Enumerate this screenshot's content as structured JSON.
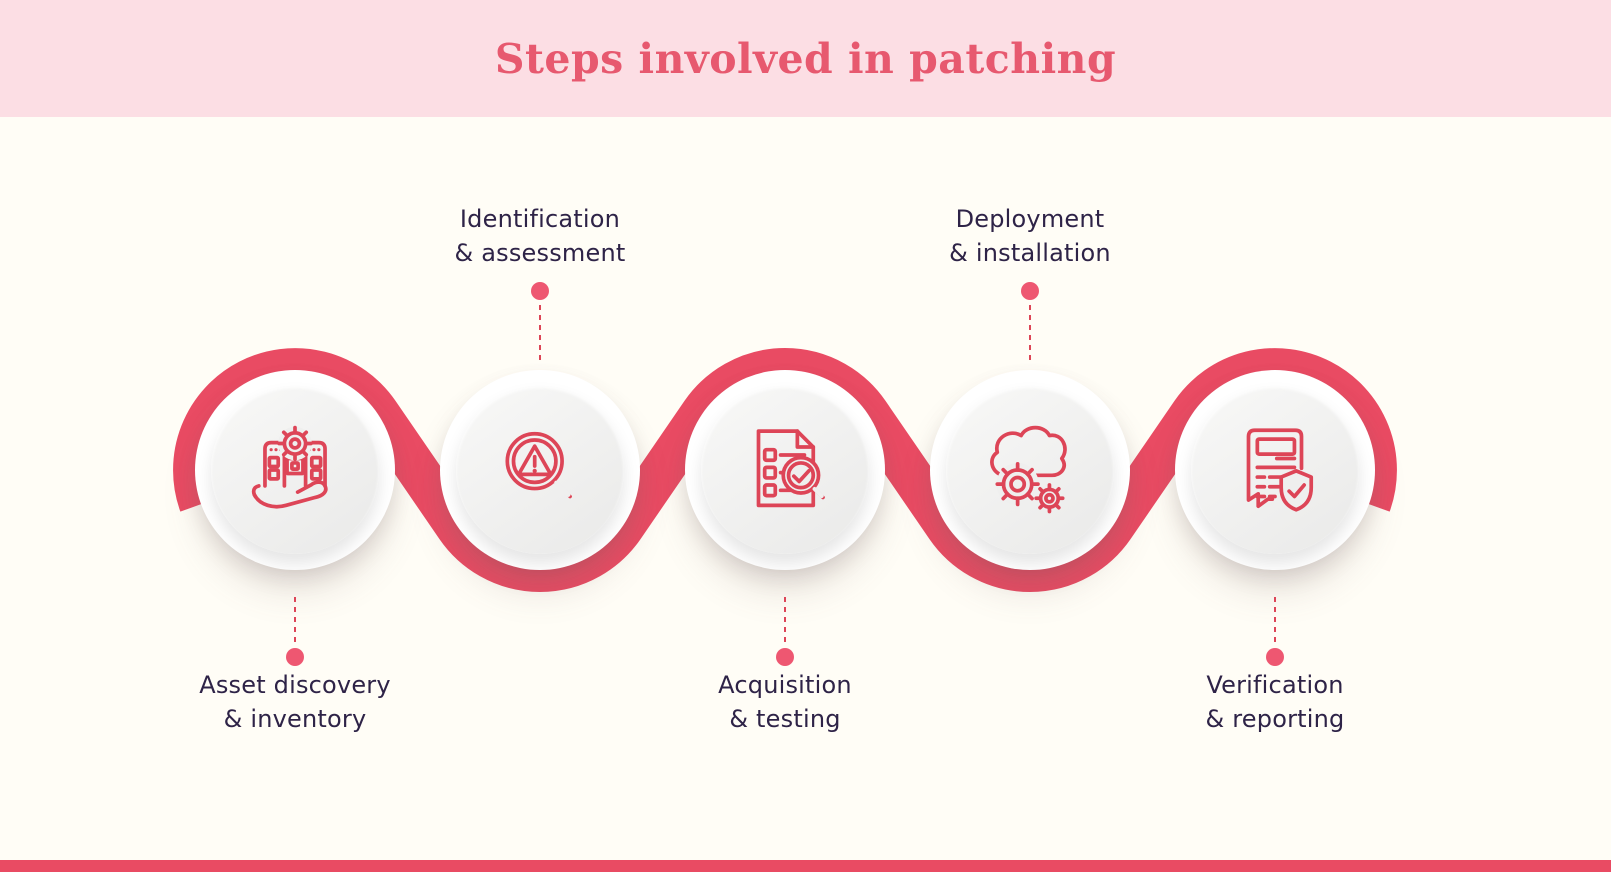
{
  "header": {
    "title": "Steps involved in patching"
  },
  "steps": [
    {
      "line1": "Asset discovery",
      "line2": "& inventory",
      "label_position": "below",
      "icon": "hand-inventory-gear"
    },
    {
      "line1": "Identification",
      "line2": "& assessment",
      "label_position": "above",
      "icon": "magnifier-warning"
    },
    {
      "line1": "Acquisition",
      "line2": "& testing",
      "label_position": "below",
      "icon": "checklist-magnifier-check"
    },
    {
      "line1": "Deployment",
      "line2": "& installation",
      "label_position": "above",
      "icon": "cloud-gears"
    },
    {
      "line1": "Verification",
      "line2": "& reporting",
      "label_position": "below",
      "icon": "report-shield-check"
    }
  ],
  "colors": {
    "accent": "#e94b63",
    "icon_stroke": "#dd4557",
    "dot": "#ee5771",
    "title_text": "#e7596f",
    "header_bg": "#fcdee4",
    "page_bg": "#fffdf6",
    "label_text": "#2e2347"
  }
}
